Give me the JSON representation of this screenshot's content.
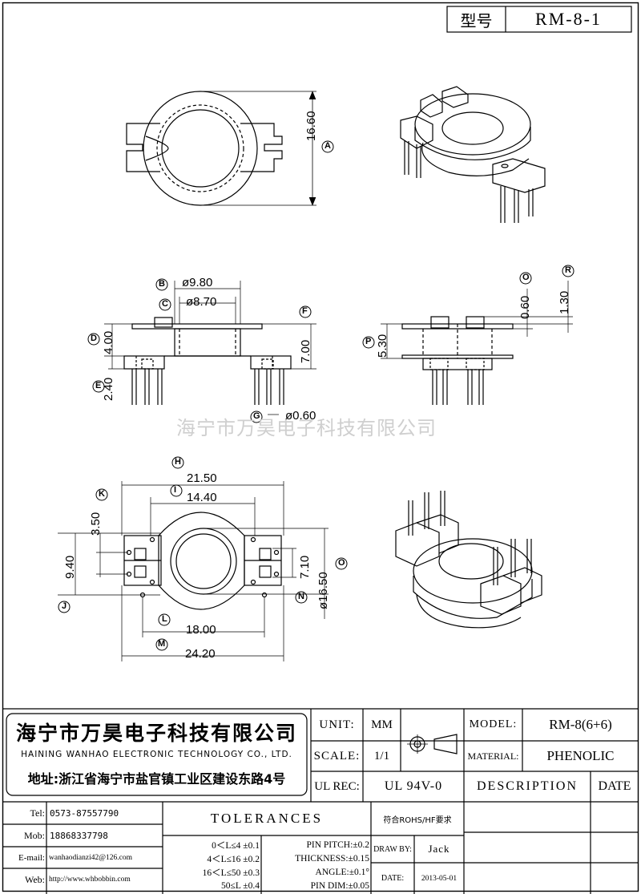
{
  "header": {
    "model_label": "型号",
    "model_value": "RM-8-1"
  },
  "watermark": "海宁市万昊电子科技有限公司",
  "dimensions": {
    "d1660": "16.60",
    "A": "A",
    "B": "B",
    "d980": "ø9.80",
    "C": "C",
    "d870": "ø8.70",
    "D": "D",
    "d400": "4.00",
    "E": "E",
    "d240": "2.40",
    "F": "F",
    "d700": "7.00",
    "G": "G",
    "d060": "ø0.60",
    "O": "O",
    "d060b": "0.60",
    "R": "R",
    "d130": "1.30",
    "P": "P",
    "d530": "5.30",
    "H": "H",
    "d2150": "21.50",
    "I": "I",
    "d1440": "14.40",
    "K": "K",
    "d350": "3.50",
    "J": "J",
    "d940": "9.40",
    "d710": "7.10",
    "d1650": "ø16.50",
    "N": "N",
    "L": "L",
    "d1800": "18.00",
    "M": "M",
    "d2420": "24.20"
  },
  "titleblock": {
    "company_cn": "海宁市万昊电子科技有限公司",
    "company_en": "HAINING WANHAO ELECTRONIC TECHNOLOGY CO., LTD.",
    "address": "地址:浙江省海宁市盐官镇工业区建设东路4号",
    "unit_label": "UNIT:",
    "unit_value": "MM",
    "scale_label": "SCALE:",
    "scale_value": "1/1",
    "ulrec_label": "UL REC:",
    "ulrec_value": "UL 94V-0",
    "model_label": "MODEL:",
    "model_value": "RM-8(6+6)",
    "material_label": "MATERIAL:",
    "material_value": "PHENOLIC",
    "description": "DESCRIPTION",
    "date_header": "DATE",
    "tel_label": "Tel:",
    "tel_value": "0573-87557790",
    "mob_label": "Mob:",
    "mob_value": "18868337798",
    "email_label": "E-mail:",
    "email_value": "wanhaodianzi42@126.com",
    "web_label": "Web:",
    "web_value": "http://www.whbobbin.com",
    "tolerances": "TOLERANCES",
    "rohs": "符合ROHS/HF要求",
    "tol1": "0＜L≤4 ±0.1",
    "tol2": "4＜L≤16 ±0.2",
    "tol3": "16＜L≤50 ±0.3",
    "tol4": "50≤L ±0.4",
    "pin_pitch": "PIN PITCH:±0.2",
    "thickness": "THICKNESS:±0.15",
    "angle": "ANGLE:±0.1°",
    "pin_dim": "PIN DIM:±0.05",
    "drawby_label": "DRAW BY:",
    "drawby_value": "Jack",
    "date_label": "DATE:",
    "date_value": "2013-05-01"
  }
}
